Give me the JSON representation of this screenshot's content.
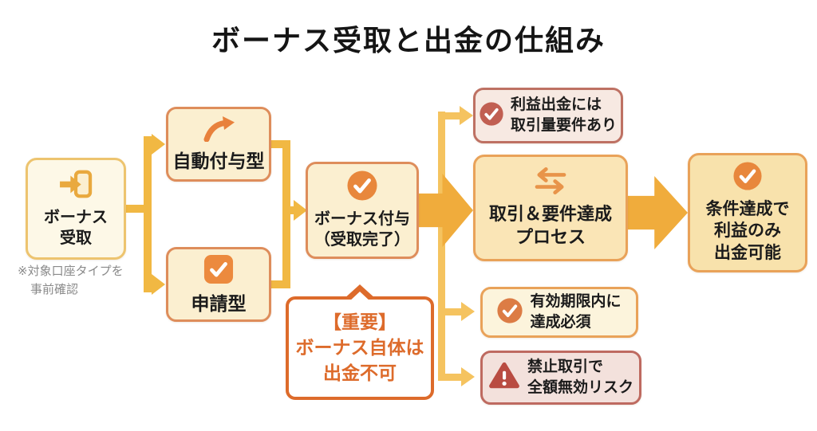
{
  "title": "ボーナス受取と出金の仕組み",
  "footnote": {
    "line1": "※対象口座タイプを",
    "line2": "事前確認"
  },
  "nodes": {
    "receive": {
      "line1": "ボーナス",
      "line2": "受取"
    },
    "auto": {
      "label": "自動付与型"
    },
    "apply": {
      "label": "申請型"
    },
    "granted": {
      "line1": "ボーナス付与",
      "line2": "（受取完了）"
    },
    "important": {
      "line1": "【重要】",
      "line2": "ボーナス自体は",
      "line3": "出金不可"
    },
    "profit_requirement": {
      "line1": "利益出金には",
      "line2": "取引量要件あり"
    },
    "process": {
      "line1": "取引＆要件達成",
      "line2": "プロセス"
    },
    "withdraw_ok": {
      "line1": "条件達成で",
      "line2": "利益のみ",
      "line3": "出金可能"
    },
    "deadline": {
      "line1": "有効期限内に",
      "line2": "達成必須"
    },
    "risk": {
      "line1": "禁止取引で",
      "line2": "全額無効リスク"
    }
  },
  "colors": {
    "connector": "#F1B843",
    "connector_light": "#F5C35F",
    "big_arrow": "#F0AC3C",
    "accent_orange": "#E8823C",
    "important_orange": "#DD6B2B",
    "alert_red": "#B94C42",
    "check_red": "#C15F52"
  }
}
